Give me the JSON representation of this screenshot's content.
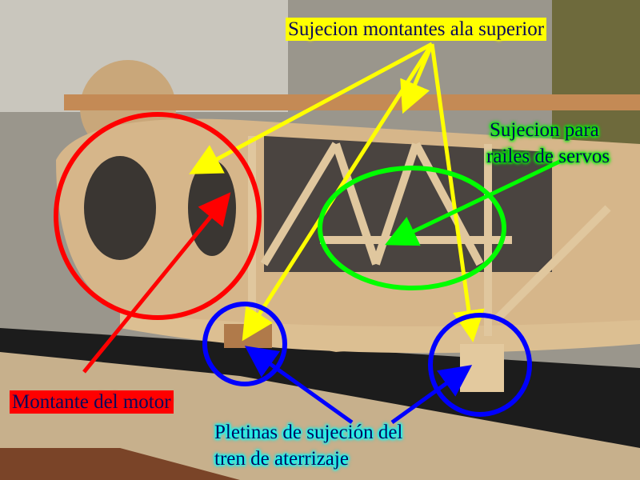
{
  "labels": {
    "upper_wing_struts": "Sujecion montantes ala superior",
    "servo_rails_line1": "Sujecion para",
    "servo_rails_line2": "railes de servos",
    "motor_mount": "Montante del motor",
    "landing_gear_line1": "Pletinas de sujeción del",
    "landing_gear_line2": "tren de aterrizaje"
  },
  "colors": {
    "yellow": "#ffff00",
    "green": "#00ff00",
    "red": "#ff0000",
    "blue": "#0000ff",
    "cyan": "#00ffff",
    "text": "#0a0a5a"
  }
}
